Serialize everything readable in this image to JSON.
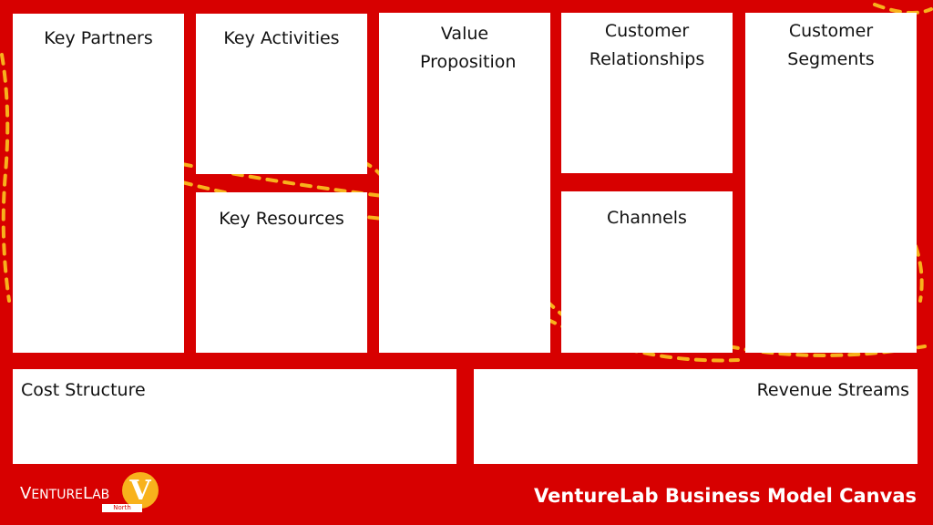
{
  "canvas": {
    "title": "VentureLab Business Model Canvas",
    "colors": {
      "background": "#d70000",
      "panel": "#ffffff",
      "accent": "#f8b21c"
    },
    "sections": {
      "key_partners": "Key Partners",
      "key_activities": "Key Activities",
      "key_resources": "Key Resources",
      "value_proposition": "Value Proposition",
      "customer_relationships": "Customer Relationships",
      "channels": "Channels",
      "customer_segments": "Customer Segments",
      "cost_structure": "Cost Structure",
      "revenue_streams": "Revenue Streams"
    }
  },
  "logo": {
    "brand_prefix": "V",
    "brand_mid": "ENTURE",
    "brand_second": "L",
    "brand_tail": "AB",
    "badge_letter": "V",
    "region": "North",
    "icon": "venturelab-v-logo-icon"
  }
}
